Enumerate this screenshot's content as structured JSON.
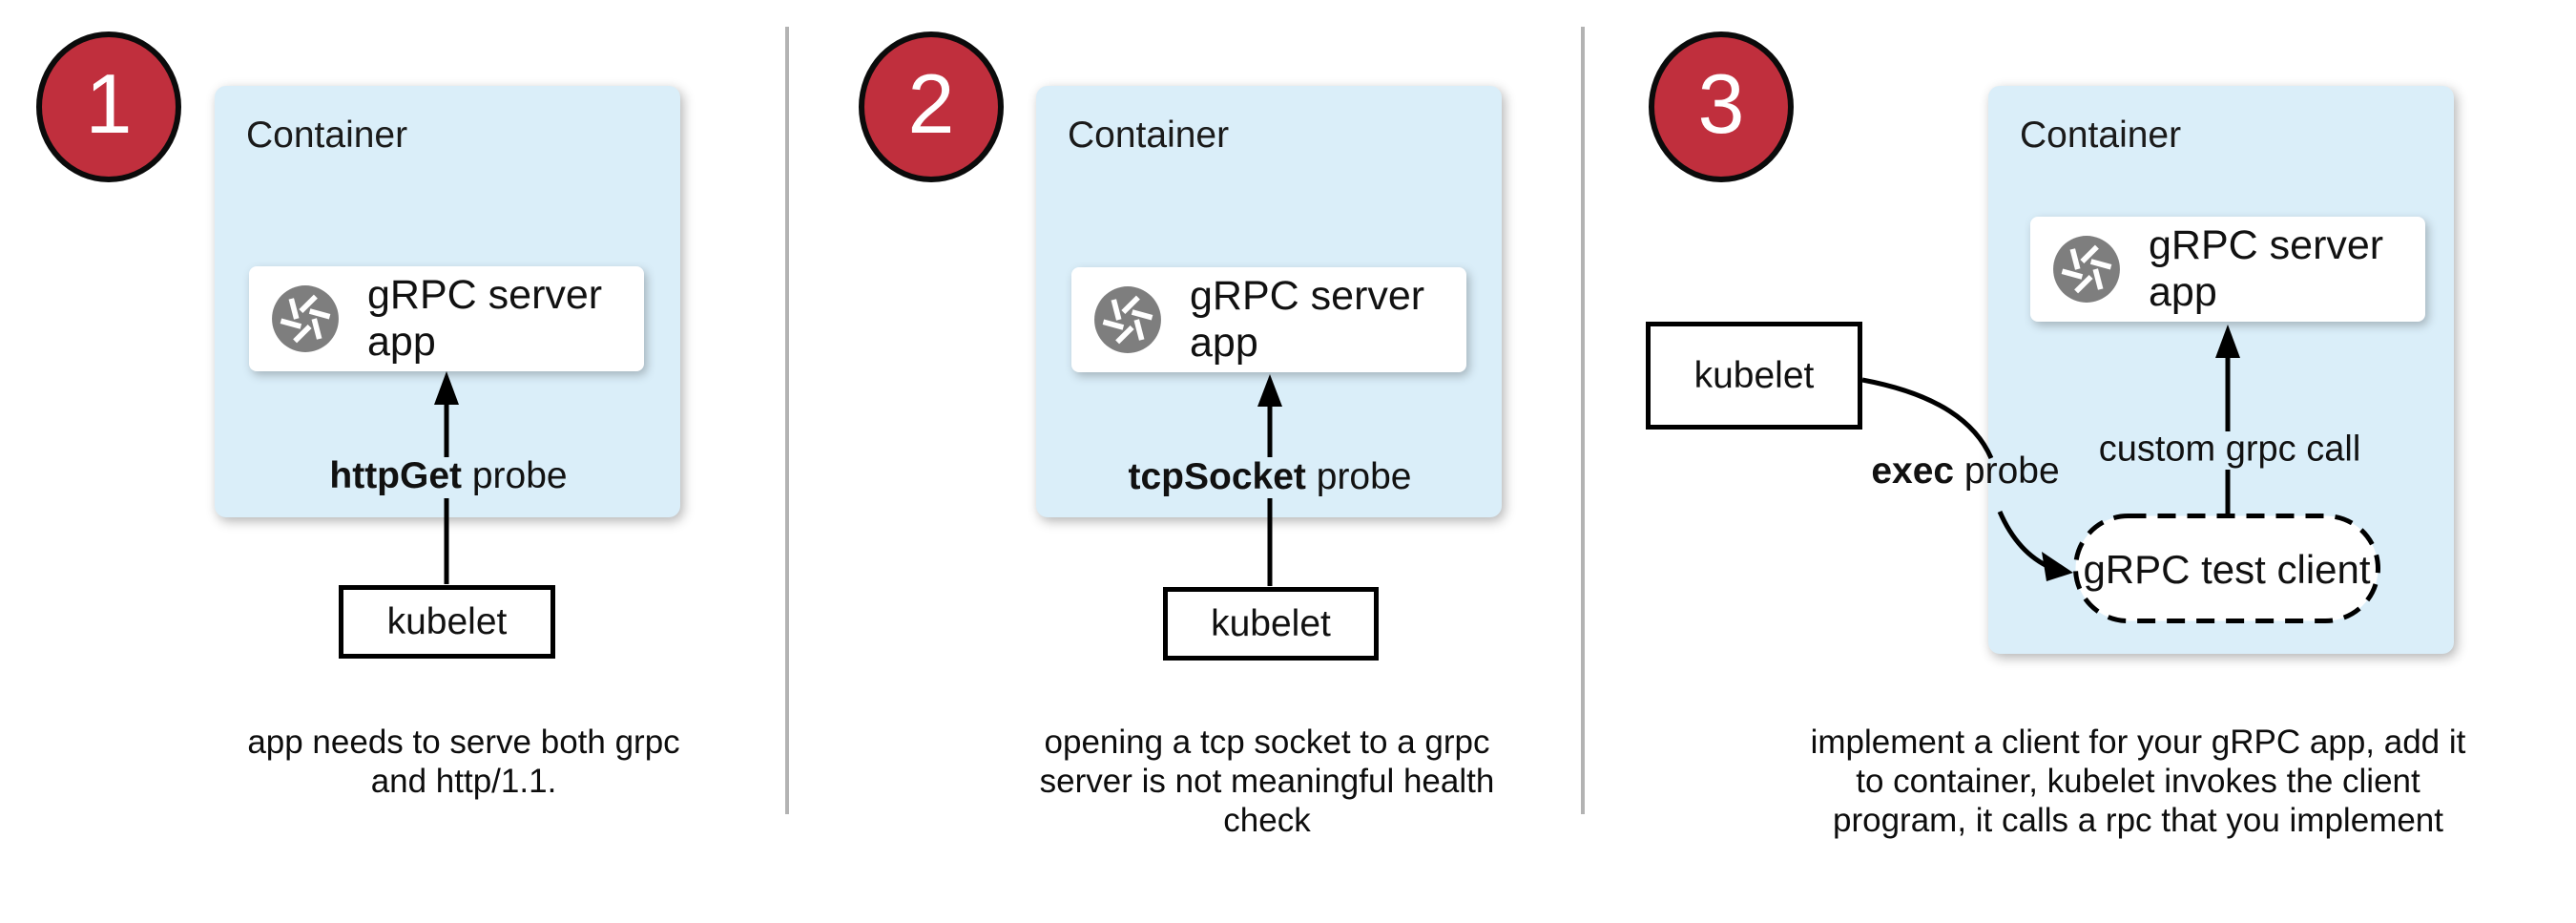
{
  "colors": {
    "container_fill": "#daeef9",
    "badge_fill": "#c02f3d",
    "icon_gray": "#7e7e7e",
    "divider_gray": "#b3b3b3",
    "line_black": "#000000"
  },
  "icons": {
    "app_icon": "aperture-icon"
  },
  "panels": [
    {
      "number": "1",
      "container_label": "Container",
      "app_label": "gRPC server app",
      "probe_bold": "httpGet",
      "probe_rest": "probe",
      "kubelet_label": "kubelet",
      "caption": "app needs to serve both grpc\nand http/1.1."
    },
    {
      "number": "2",
      "container_label": "Container",
      "app_label": "gRPC server app",
      "probe_bold": "tcpSocket",
      "probe_rest": "probe",
      "kubelet_label": "kubelet",
      "caption": "opening a tcp socket to a grpc\nserver is not meaningful health\ncheck"
    },
    {
      "number": "3",
      "container_label": "Container",
      "app_label": "gRPC server app",
      "probe_bold": "exec",
      "probe_rest": "probe",
      "kubelet_label": "kubelet",
      "custom_call_label": "custom grpc call",
      "test_client_label": "gRPC test client",
      "caption": "implement a client for your gRPC app, add it\nto container, kubelet invokes the client\nprogram, it calls a rpc that you implement"
    }
  ]
}
